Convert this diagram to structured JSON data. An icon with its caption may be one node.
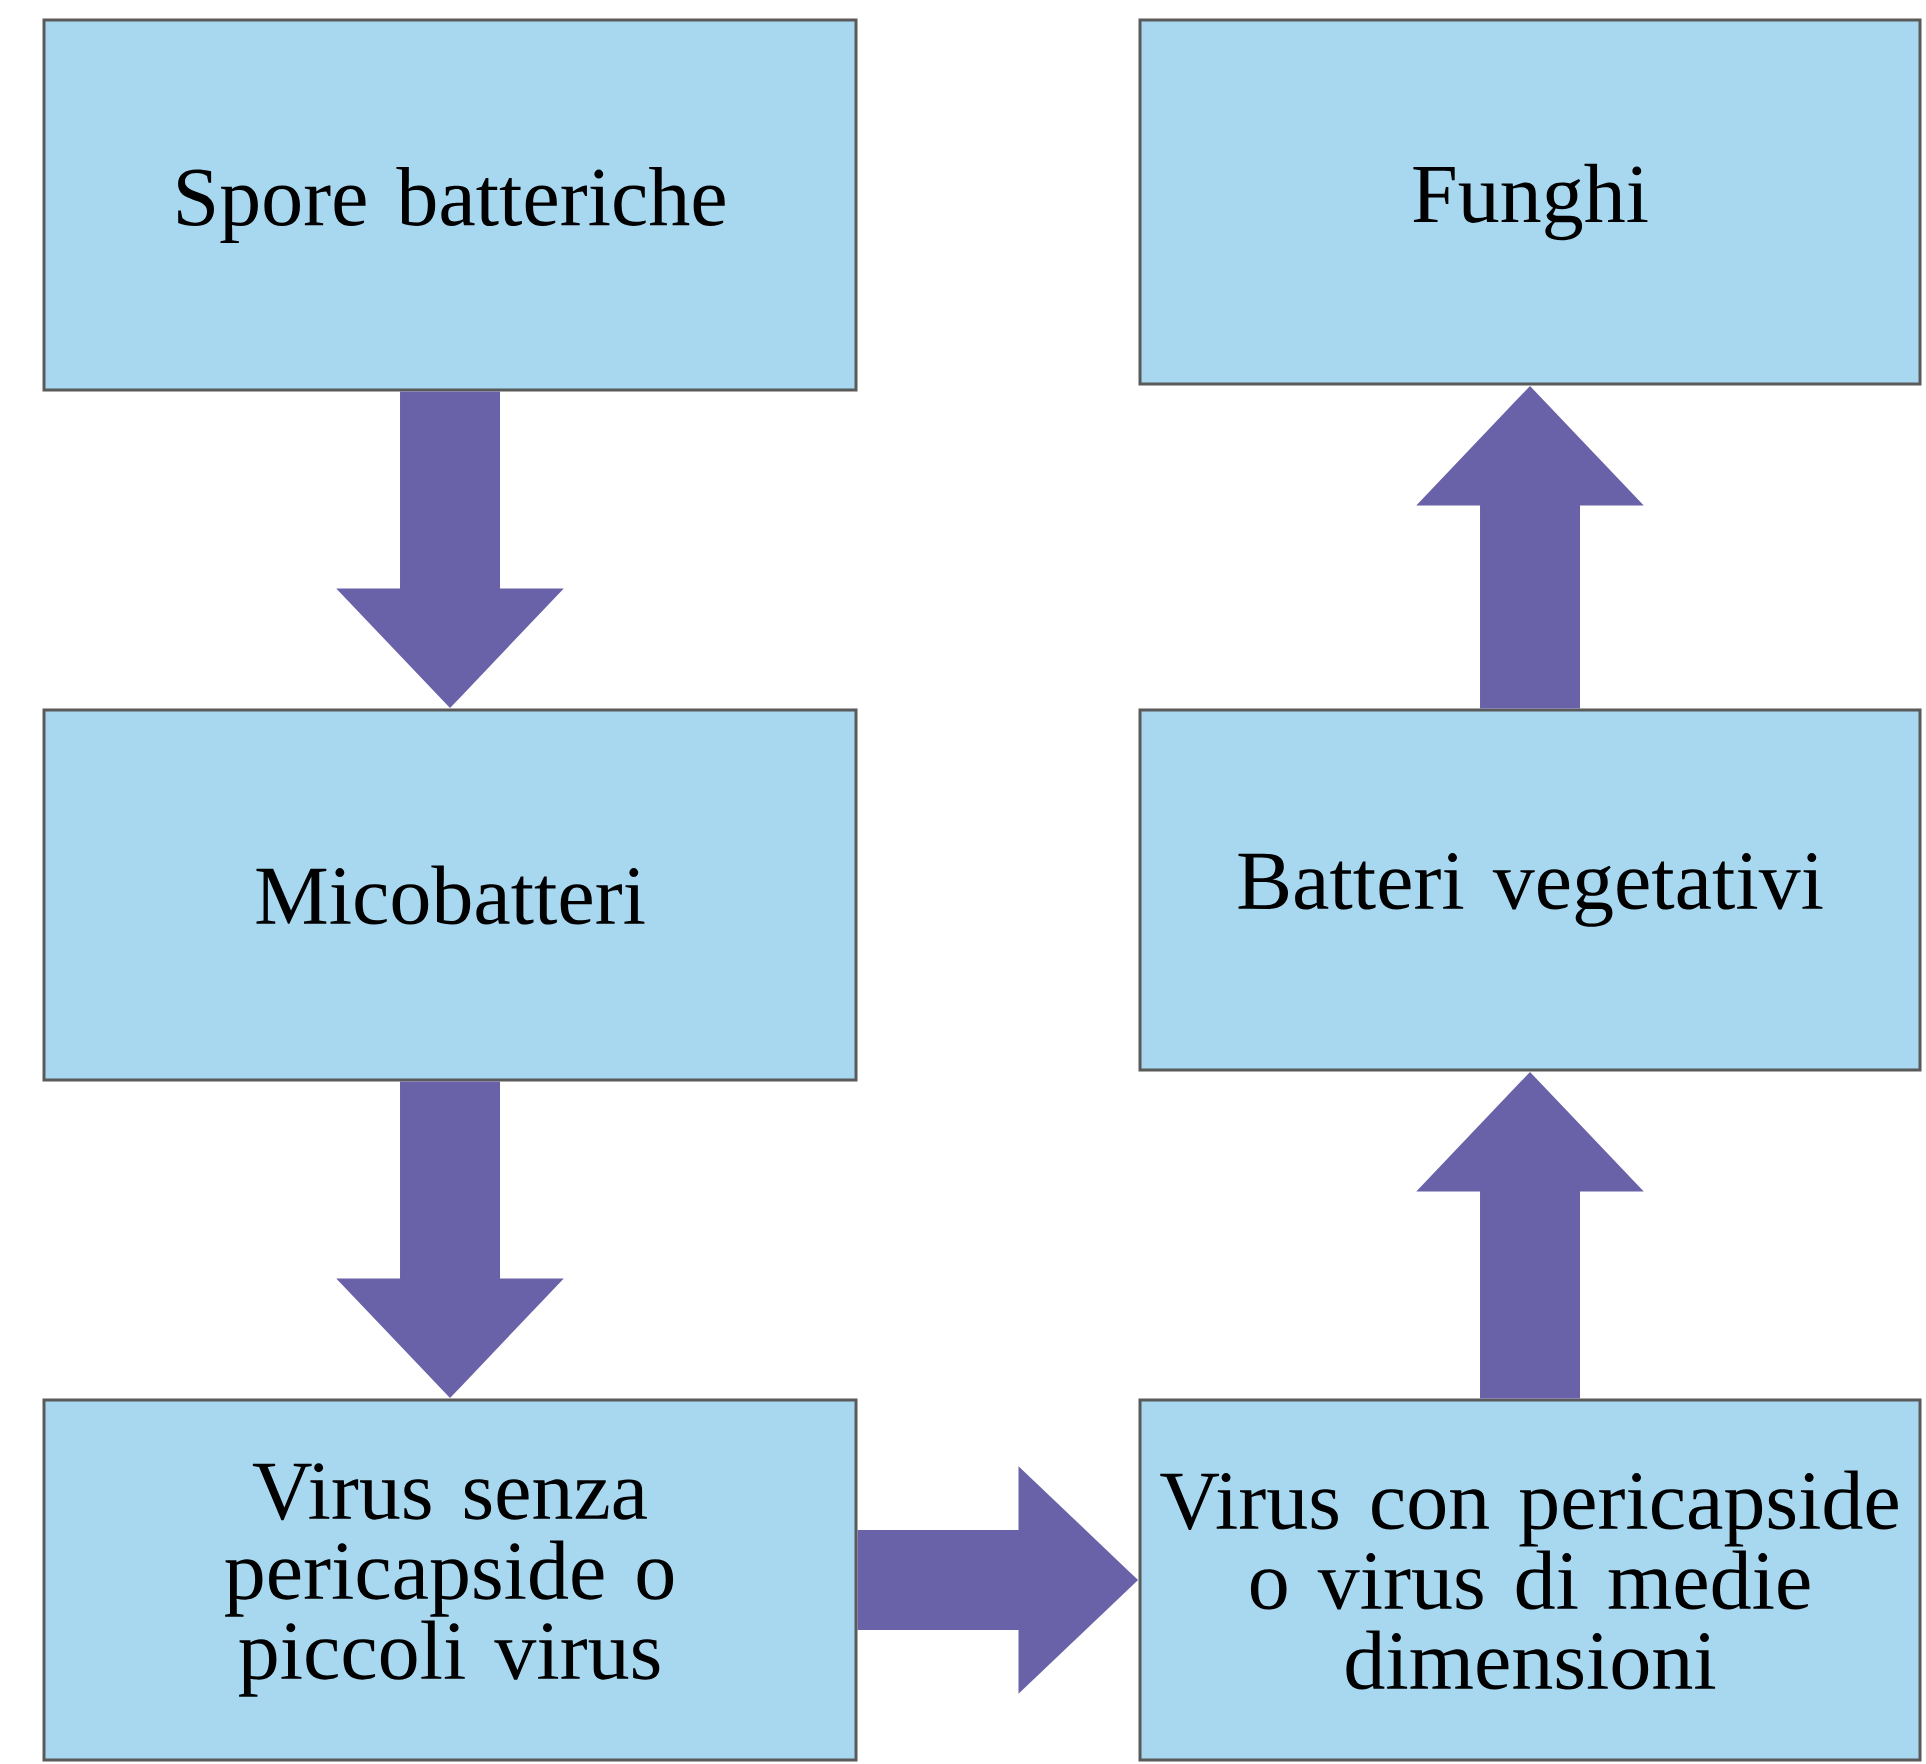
{
  "diagram": {
    "nodes": [
      {
        "text": [
          "Spore batteriche"
        ]
      },
      {
        "text": [
          "Micobatteri"
        ]
      },
      {
        "text": [
          "Virus senza pericapside o piccoli virus"
        ]
      },
      {
        "text": [
          "Virus con pericapside o virus di medie dimensioni"
        ]
      },
      {
        "text": [
          "Batteri vegetativi"
        ]
      },
      {
        "text": [
          "Funghi"
        ]
      }
    ],
    "edges": [
      {
        "from": 0,
        "to": 1,
        "arrow": "to"
      },
      {
        "from": 1,
        "to": 2,
        "arrow": "to"
      },
      {
        "from": 2,
        "to": 3,
        "arrow": "to"
      },
      {
        "from": 3,
        "to": 4,
        "arrow": "to"
      },
      {
        "from": 4,
        "to": 5,
        "arrow": "to"
      }
    ]
  }
}
